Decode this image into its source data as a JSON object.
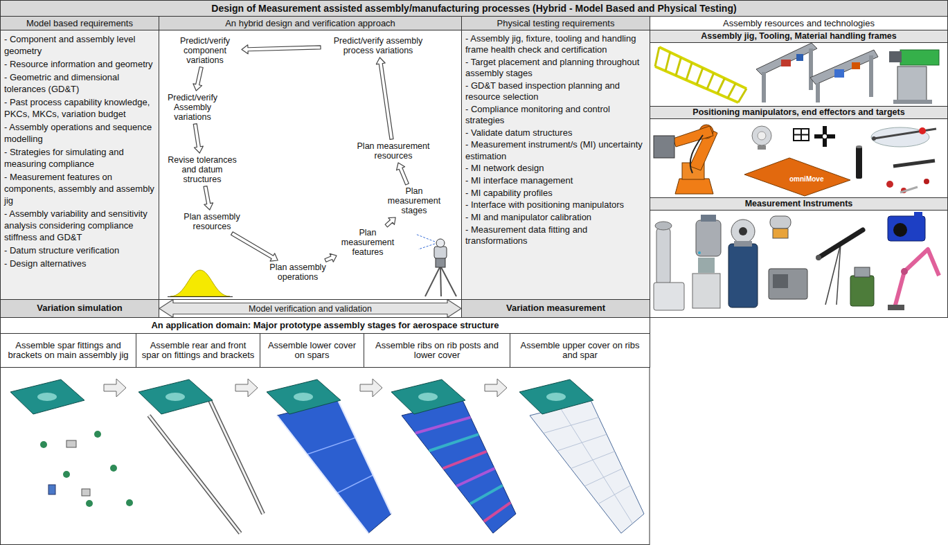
{
  "diagram": {
    "title": "Design of Measurement assisted assembly/manufacturing processes (Hybrid - Model Based and Physical Testing)",
    "nodes": [
      {
        "text": [
          "Model based requirements",
          "- Component and assembly level geometry",
          "- Resource information and geometry",
          "- Geometric and dimensional tolerances (GD&T)",
          "- Past process capability knowledge, PKCs, MKCs, variation budget",
          "- Assembly operations and sequence modelling",
          "- Strategies for simulating and measuring compliance",
          "- Measurement features on components, assembly and assembly jig",
          "- Assembly variability and sensitivity analysis considering compliance stiffness and GD&T",
          "- Datum structure verification",
          "- Design alternatives"
        ]
      },
      {
        "text": [
          "An hybrid design and verification approach"
        ]
      },
      {
        "text": [
          "Predict/verify component variations"
        ],
        "in": 1
      },
      {
        "text": [
          "Predict/verify assembly process variations"
        ],
        "in": 1
      },
      {
        "text": [
          "Predict/verify Assembly variations"
        ],
        "in": 1
      },
      {
        "text": [
          "Plan measurement resources"
        ],
        "in": 1
      },
      {
        "text": [
          "Revise tolerances and datum structures"
        ],
        "in": 1
      },
      {
        "text": [
          "Plan measurement stages"
        ],
        "in": 1
      },
      {
        "text": [
          "Plan assembly resources"
        ],
        "in": 1
      },
      {
        "text": [
          "Plan measurement features"
        ],
        "in": 1
      },
      {
        "text": [
          "Plan assembly operations"
        ],
        "in": 1
      },
      {
        "text": [
          "Physical testing requirements",
          "- Assembly jig, fixture, tooling and handling frame health check and certification",
          "- Target placement and planning throughout assembly stages",
          "- GD&T based inspection planning and resource selection",
          "- Compliance monitoring and control strategies",
          "- Validate datum structures",
          "- Measurement instrument/s (MI) uncertainty estimation",
          "- MI network design",
          "- MI interface management",
          "- MI capability profiles",
          "- Interface with positioning manipulators",
          "- MI and manipulator calibration",
          "- Measurement data fitting and transformations"
        ]
      },
      {
        "text": [
          "Assembly resources and technologies"
        ]
      },
      {
        "text": [
          "Assembly jig, Tooling, Material handling frames"
        ],
        "in": 12
      },
      {
        "text": [
          "Positioning manipulators, end effectors and targets"
        ],
        "in": 12
      },
      {
        "text": [
          "Measurement Instruments"
        ],
        "in": 12
      },
      {
        "text": [
          "Variation simulation"
        ]
      },
      {
        "text": [
          "Variation measurement"
        ]
      },
      {
        "text": [
          "An application domain: Major prototype assembly stages for aerospace structure"
        ]
      },
      {
        "text": [
          "Assemble spar fittings and brackets on main assembly jig"
        ]
      },
      {
        "text": [
          "Assemble rear and front spar on fittings and brackets"
        ]
      },
      {
        "text": [
          "Assemble lower cover on spars"
        ]
      },
      {
        "text": [
          "Assemble ribs on rib posts and lower cover"
        ]
      },
      {
        "text": [
          "Assemble upper cover on ribs and spar"
        ]
      }
    ],
    "edges": [
      {
        "from": 3,
        "to": 2,
        "arrow": "to"
      },
      {
        "from": 2,
        "to": 4,
        "arrow": "to"
      },
      {
        "from": 4,
        "to": 6,
        "arrow": "to"
      },
      {
        "from": 6,
        "to": 8,
        "arrow": "to"
      },
      {
        "from": 8,
        "to": 10,
        "arrow": "to"
      },
      {
        "from": 10,
        "to": 9,
        "arrow": "to"
      },
      {
        "from": 9,
        "to": 7,
        "arrow": "to"
      },
      {
        "from": 7,
        "to": 5,
        "arrow": "to"
      },
      {
        "from": 5,
        "to": 3,
        "arrow": "to"
      },
      {
        "from": 16,
        "to": 17,
        "label": "Model verification and validation",
        "arrow": "both"
      }
    ],
    "labels": [
      "omniMove"
    ]
  }
}
